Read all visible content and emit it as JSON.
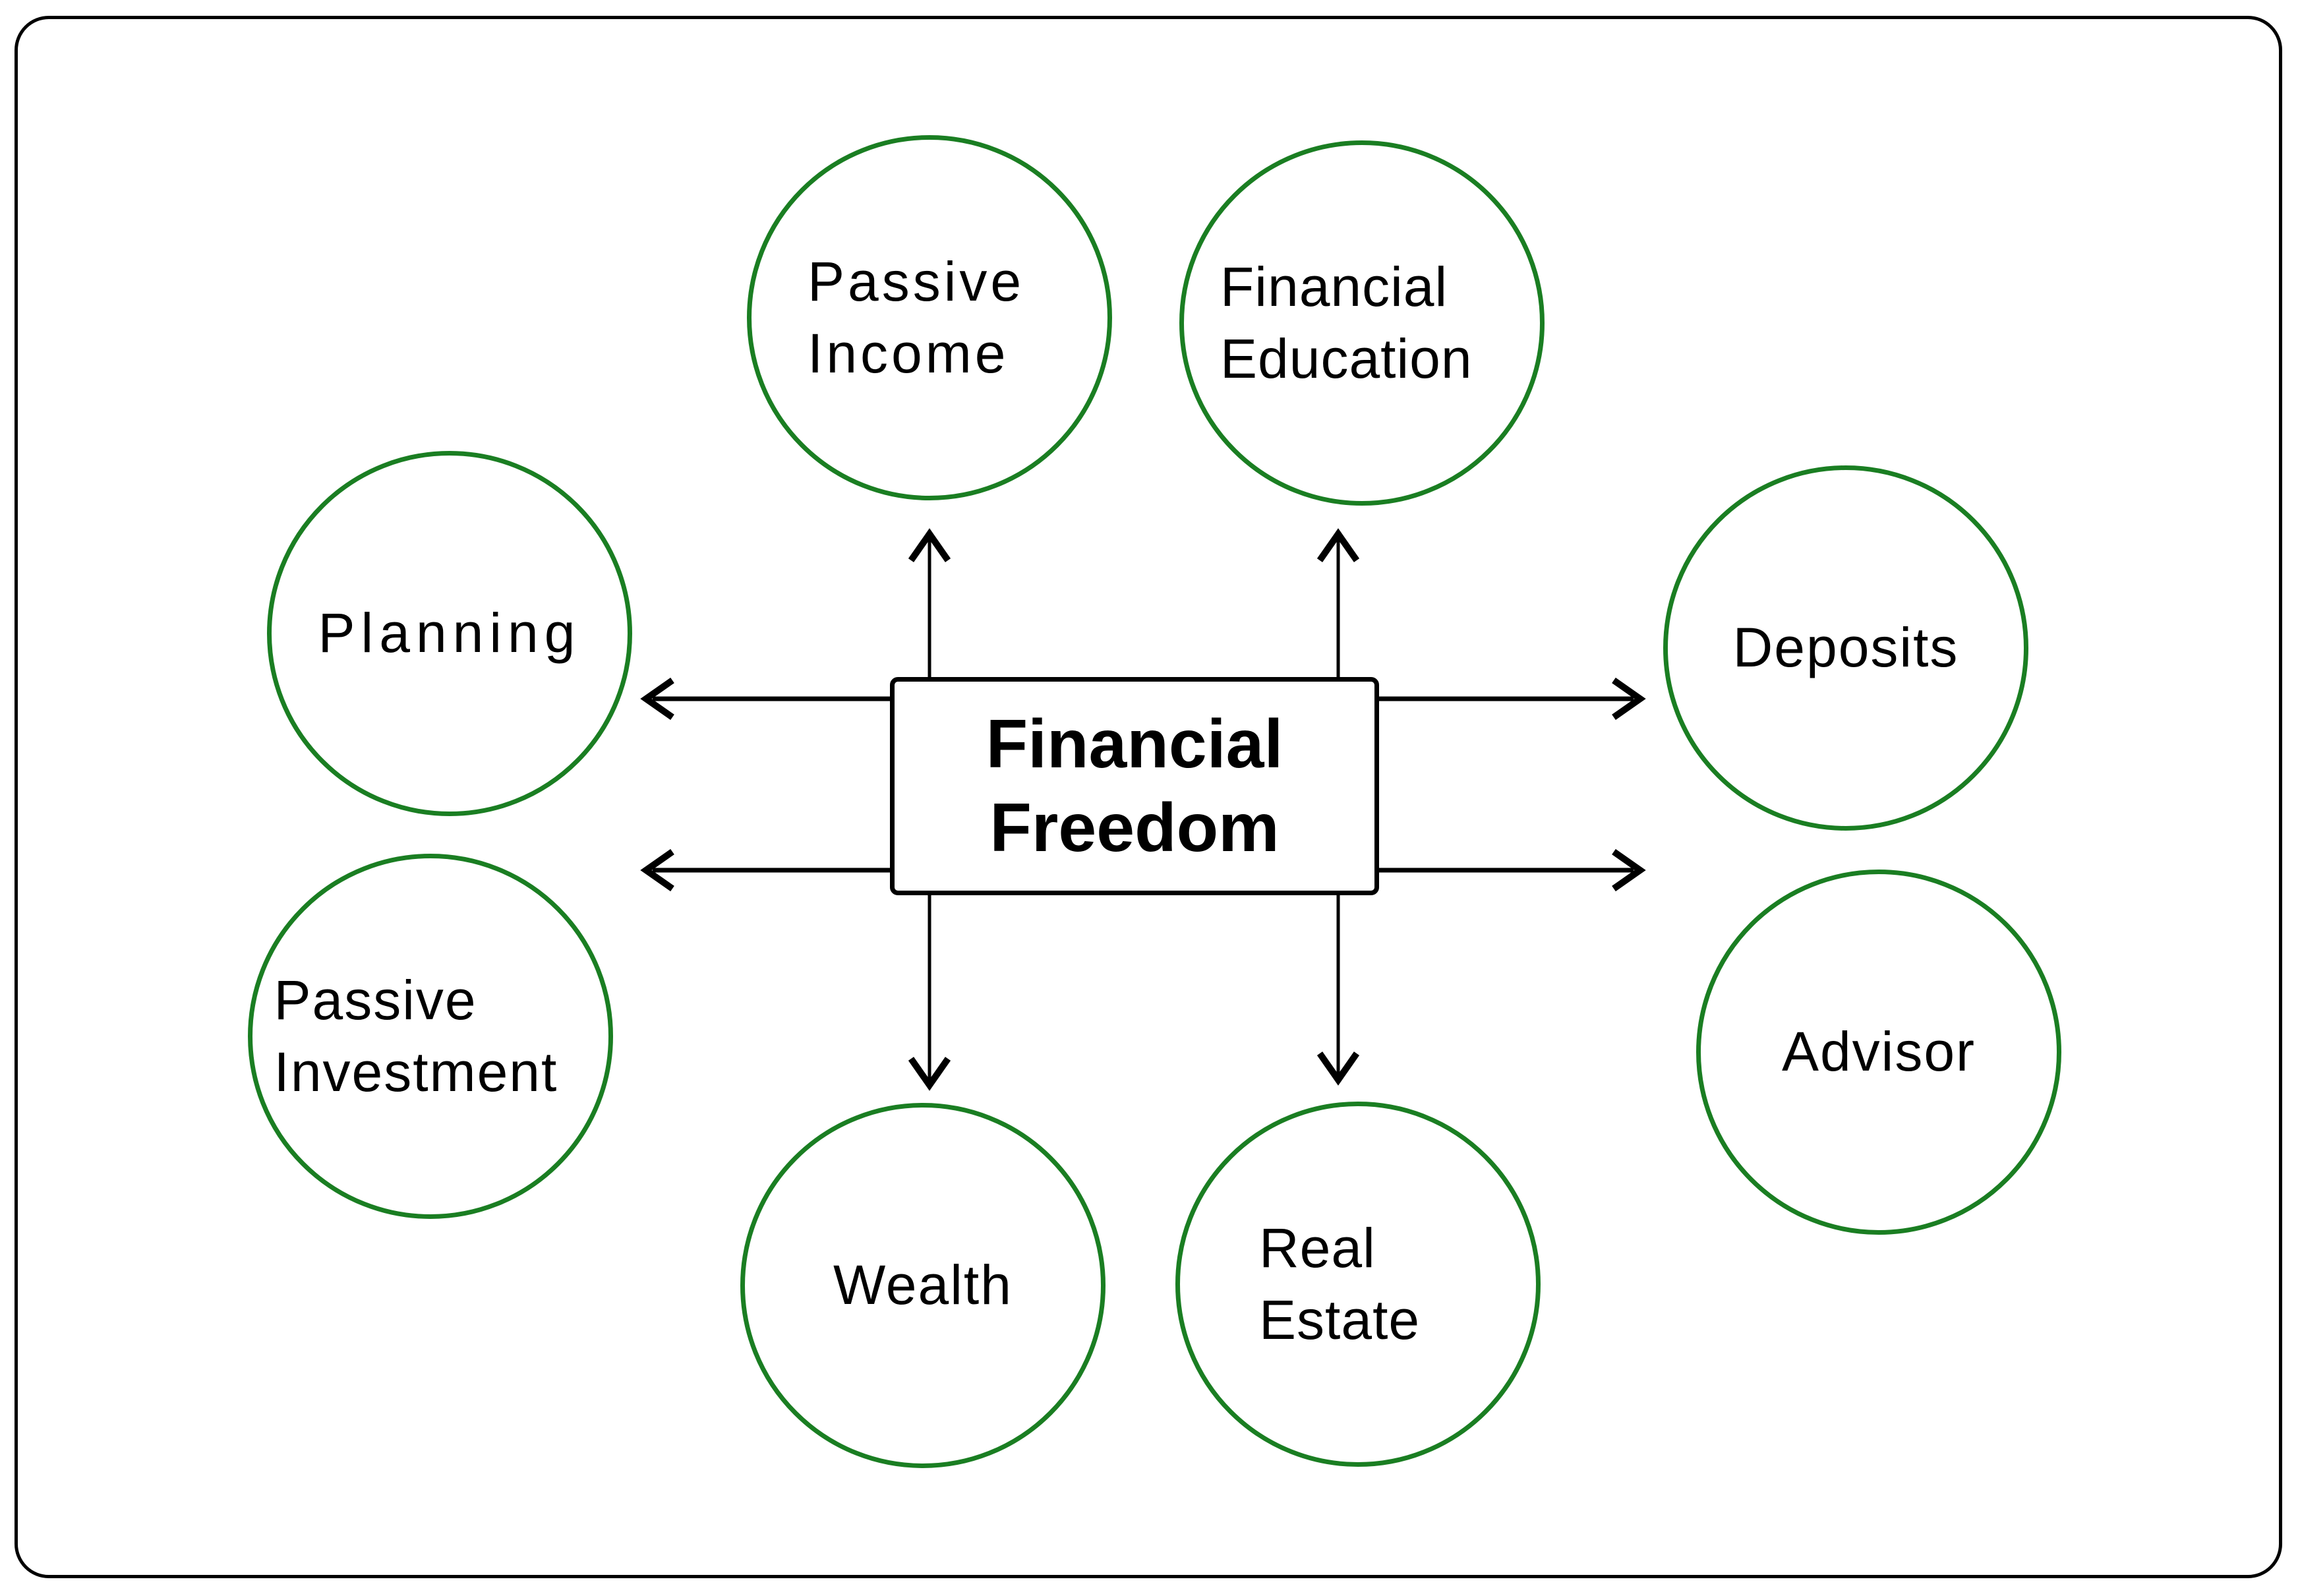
{
  "diagram": {
    "title": "Financial Freedom",
    "center": {
      "label": "Financial Freedom"
    },
    "nodes": {
      "passive_income": {
        "label": "Passive Income"
      },
      "financial_education": {
        "label": "Financial Education"
      },
      "planning": {
        "label": "Planning"
      },
      "passive_investment": {
        "label": "Passive Investment"
      },
      "deposits": {
        "label": "Deposits"
      },
      "advisor": {
        "label": "Advisor"
      },
      "wealth": {
        "label": "Wealth"
      },
      "real_estate": {
        "label": "Real Estate"
      }
    },
    "colors": {
      "circle_border": "#1a7e22",
      "line": "#000000",
      "text": "#000000",
      "background": "#ffffff"
    }
  }
}
